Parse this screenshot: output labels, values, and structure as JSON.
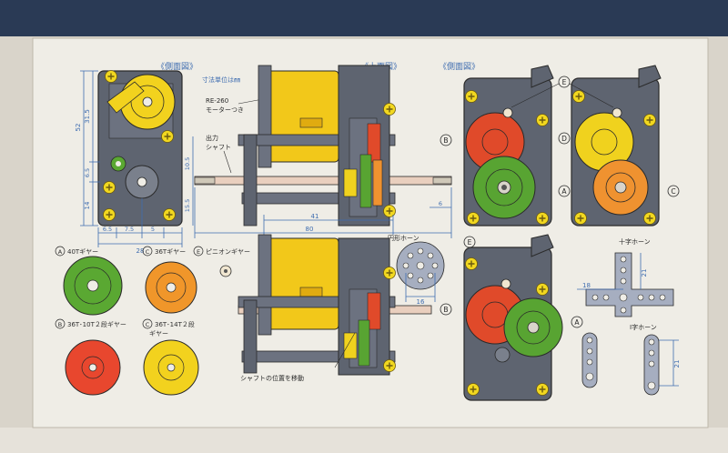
{
  "headers": {
    "side_view_1": "《側面図》",
    "top_view": "《上面図》",
    "side_view_2": "《側面図》"
  },
  "notes": {
    "units": "寸法単位は㎜",
    "motor_line1": "RE-260",
    "motor_line2": "モーターつき",
    "output_line1": "出力",
    "output_line2": "シャフト",
    "move_shaft": "シャフトの位置を移動",
    "round_horn": "円形ホーン",
    "cross_horn": "十字ホーン",
    "i_horn": "I字ホーン"
  },
  "dimensions": {
    "d52": "52",
    "d31_5": "31.5",
    "d6_5v": "6.5",
    "d14": "14",
    "d6_5h": "6.5",
    "d7_5": "7.5",
    "d5": "5",
    "d28": "28",
    "d10_5": "10.5",
    "d15_5": "15.5",
    "d41": "41",
    "d80": "80",
    "d6": "6",
    "d16": "16",
    "d18": "18",
    "d21a": "21",
    "d21b": "21"
  },
  "markers": {
    "A": "A",
    "B": "B",
    "C": "C",
    "D": "D",
    "E": "E"
  },
  "gears": [
    {
      "marker": "A",
      "label": "40Tギヤー",
      "color": "#5aa832"
    },
    {
      "marker": "C",
      "label": "36Tギヤー",
      "color": "#f0962a"
    },
    {
      "marker": "E",
      "label": "ピニオンギヤー",
      "color": "#f0e6d0"
    },
    {
      "marker": "B",
      "label": "36T･10T２段ギヤー",
      "color": "#e8472e"
    },
    {
      "marker": "C",
      "label_line1": "36T･14T２段",
      "label_line2": "ギヤー",
      "color": "#f2d21e"
    }
  ],
  "colors": {
    "housing": "#5e6470",
    "motor": "#f2c81a",
    "red_gear": "#e04a2a",
    "green_gear": "#58a432",
    "orange_gear": "#ef9230",
    "yellow_gear": "#f0d21e",
    "screw": "#f2d820",
    "dim_line": "#3f6db0",
    "horn": "#a6aec0",
    "paper": "#efede6"
  }
}
